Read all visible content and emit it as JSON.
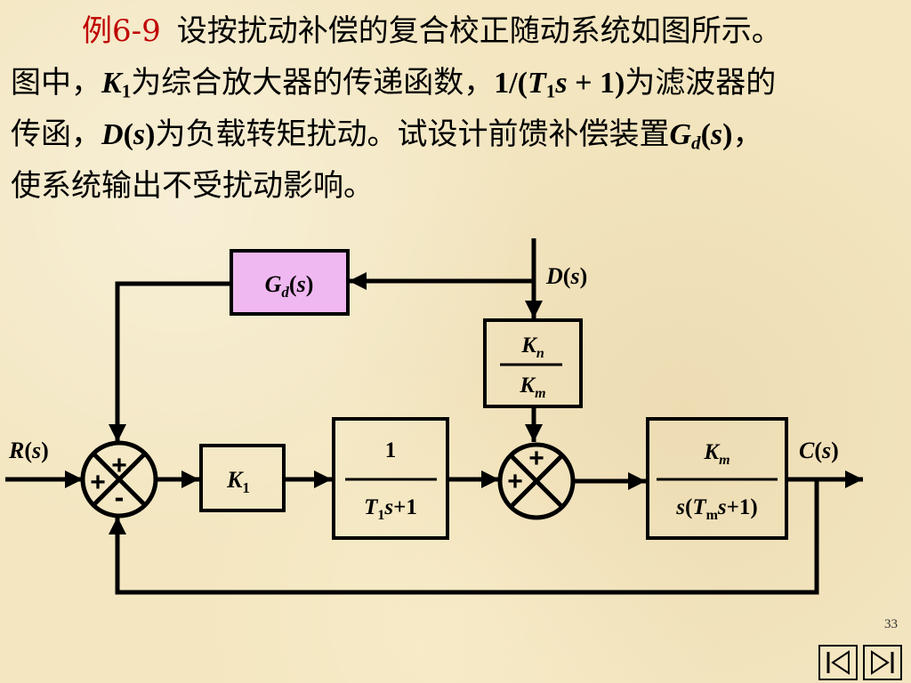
{
  "problem": {
    "title": "例6-9",
    "line1": "设按扰动补偿的复合校正随动系统如图所示。",
    "line2": {
      "a": "图中，",
      "k_sym": "K",
      "k_sub": "1",
      "b": "为综合放大器的传递函数，",
      "tf_prefix": "1/(",
      "t_sym": "T",
      "t_sub": "1",
      "tf_s": "s",
      "tf_suffix": " + 1)",
      "c": "为滤波器的"
    },
    "line3": {
      "a": "传函，",
      "d_sym": "D",
      "d_paren_open": "(",
      "d_s": "s",
      "d_paren_close": ")",
      "b": "为负载转矩扰动。试设计前馈补偿装置",
      "g_sym": "G",
      "g_sub": "d",
      "g_paren_open": "(",
      "g_s": "s",
      "g_paren_close": ")",
      "c": "，"
    },
    "line4": "使系统输出不受扰动影响。"
  },
  "diagram": {
    "input": {
      "sym": "R",
      "open": "(",
      "s": "s",
      "close": ")"
    },
    "output": {
      "sym": "C",
      "open": "(",
      "s": "s",
      "close": ")"
    },
    "disturbance": {
      "sym": "D",
      "open": "(",
      "s": "s",
      "close": ")"
    },
    "compensator": {
      "sym": "G",
      "sub": "d",
      "open": "(",
      "s": "s",
      "close": ")"
    },
    "amplifier": {
      "sym": "K",
      "sub": "1"
    },
    "filter": {
      "num": "1",
      "den_sym": "T",
      "den_sub": "1",
      "den_s": "s",
      "den_rest": "+1"
    },
    "disturbance_gain": {
      "num_sym": "K",
      "num_sub": "n",
      "den_sym": "K",
      "den_sub": "m"
    },
    "plant": {
      "num_sym": "K",
      "num_sub": "m",
      "den_s": "s",
      "den_open": "(",
      "den_t": "T",
      "den_sub": "m",
      "den_s2": "s",
      "den_rest": "+1)"
    },
    "junction1": {
      "top": "+",
      "left": "+",
      "bottom": "-"
    },
    "junction2": {
      "top": "+",
      "left": "+"
    }
  },
  "page_number": "33"
}
